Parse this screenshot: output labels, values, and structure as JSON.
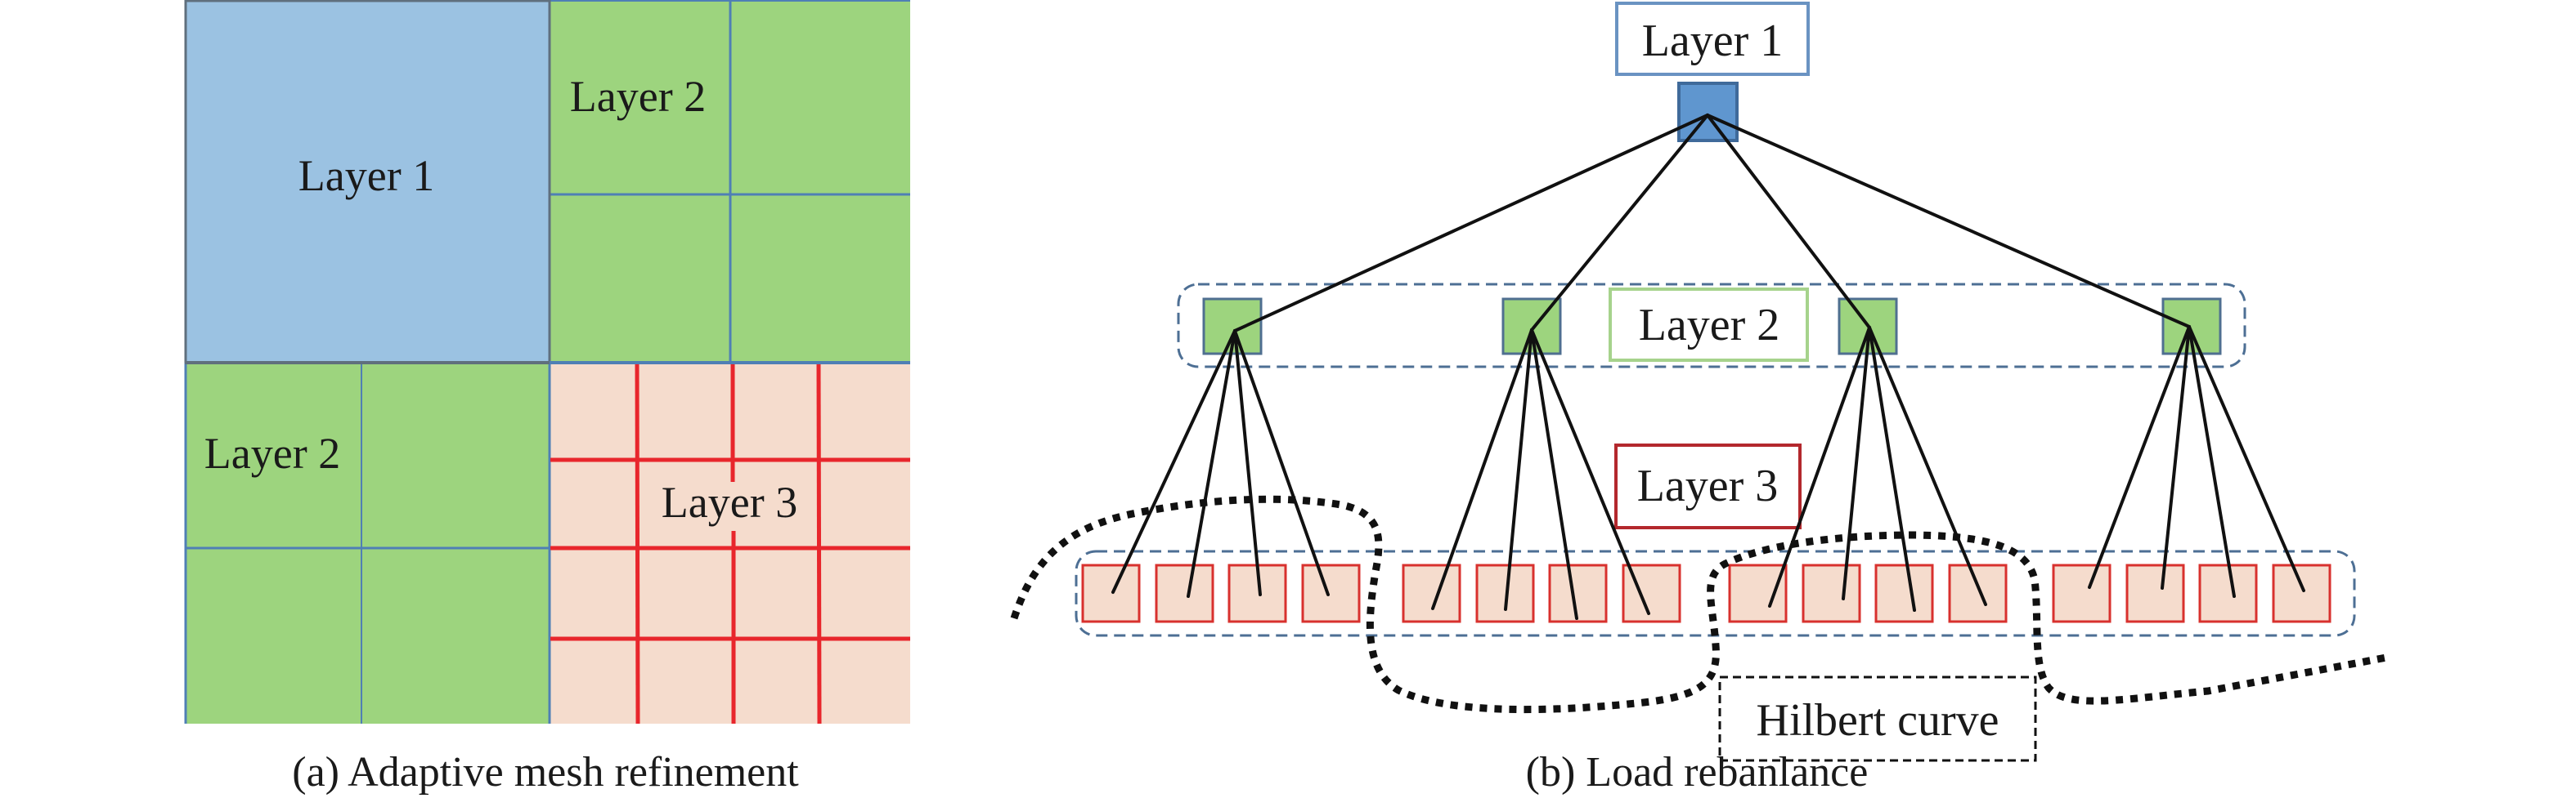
{
  "panel_a": {
    "caption": "(a) Adaptive mesh refinement",
    "layer1_label": "Layer 1",
    "layer2_top_label": "Layer 2",
    "layer2_bottom_label": "Layer 2",
    "layer3_label": "Layer 3",
    "colors": {
      "layer1_fill": "#9bc2e2",
      "layer2_fill": "#9dd47e",
      "layer3_fill": "#f5dccd",
      "layer1_border": "#5f6f7d",
      "layer2_grid": "#4f7fb5",
      "layer3_grid": "#e8262c"
    }
  },
  "panel_b": {
    "caption": "(b) Load rebanlance",
    "layer1_label": "Layer 1",
    "layer2_label": "Layer 2",
    "layer3_label": "Layer 3",
    "hilbert_label": "Hilbert curve",
    "tree": {
      "root_count": 1,
      "layer2_count": 4,
      "leaves_per_node": 4
    },
    "colors": {
      "root_fill": "#5f96cf",
      "root_border": "#3f6a9a",
      "layer2_fill": "#9dd47e",
      "layer2_border": "#4f6f90",
      "leaf_fill": "#f5dccd",
      "leaf_border": "#d8312e",
      "layer1_box_border": "#6a93c2",
      "layer2_box_border": "#a6d38c",
      "layer3_box_border": "#b3282d",
      "group_dash": "#4d6f94",
      "edge": "#111111",
      "hilbert": "#111111"
    }
  }
}
